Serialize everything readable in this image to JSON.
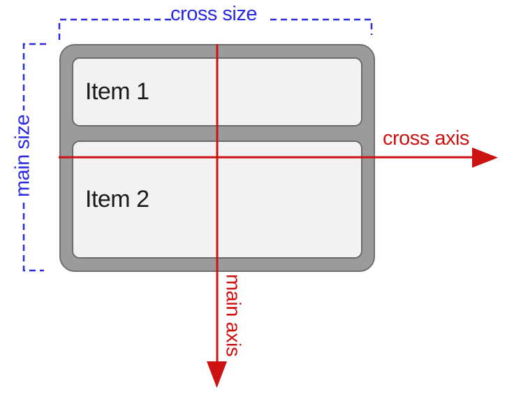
{
  "diagram": {
    "container": {
      "items": [
        {
          "label": "Item 1"
        },
        {
          "label": "Item 2"
        }
      ]
    },
    "labels": {
      "cross_size": "cross size",
      "main_size": "main size",
      "cross_axis": "cross axis",
      "main_axis": "main axis"
    },
    "colors": {
      "measurement_blue": "#2a2ae0",
      "axis_red": "#cd1312",
      "container_gray": "#9b9b9b",
      "container_border": "#6f6f6f",
      "item_fill": "#f2f2f2",
      "item_border": "#6a6a6a",
      "item_text": "#1a1a1a"
    }
  }
}
